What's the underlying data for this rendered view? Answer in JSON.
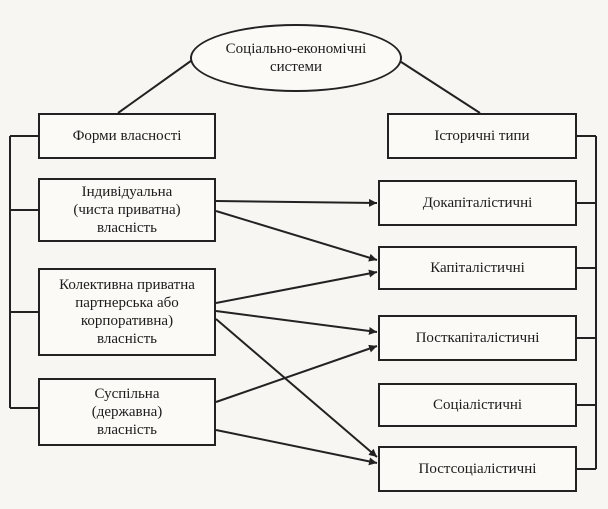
{
  "root": "Соціально-економічні\nсистеми",
  "left": {
    "header": "Форми власності",
    "items": [
      "Індивідуальна\n(чиста приватна)\nвласність",
      "Колективна приватна\nпартнерська або\nкорпоративна)\nвласність",
      "Суспільна\n(державна)\nвласність"
    ]
  },
  "right": {
    "header": "Історичні типи",
    "items": [
      "Докапіталістичні",
      "Капіталістичні",
      "Посткапіталістичні",
      "Соціалістичні",
      "Постсоціалістичні"
    ]
  },
  "links": [
    {
      "from": 0,
      "to": 0
    },
    {
      "from": 0,
      "to": 1
    },
    {
      "from": 1,
      "to": 1
    },
    {
      "from": 1,
      "to": 2
    },
    {
      "from": 1,
      "to": 4
    },
    {
      "from": 2,
      "to": 2
    },
    {
      "from": 2,
      "to": 4
    }
  ],
  "colors": {
    "line": "#222222",
    "fill": "#fbfaf7",
    "background": "#f7f6f2"
  }
}
